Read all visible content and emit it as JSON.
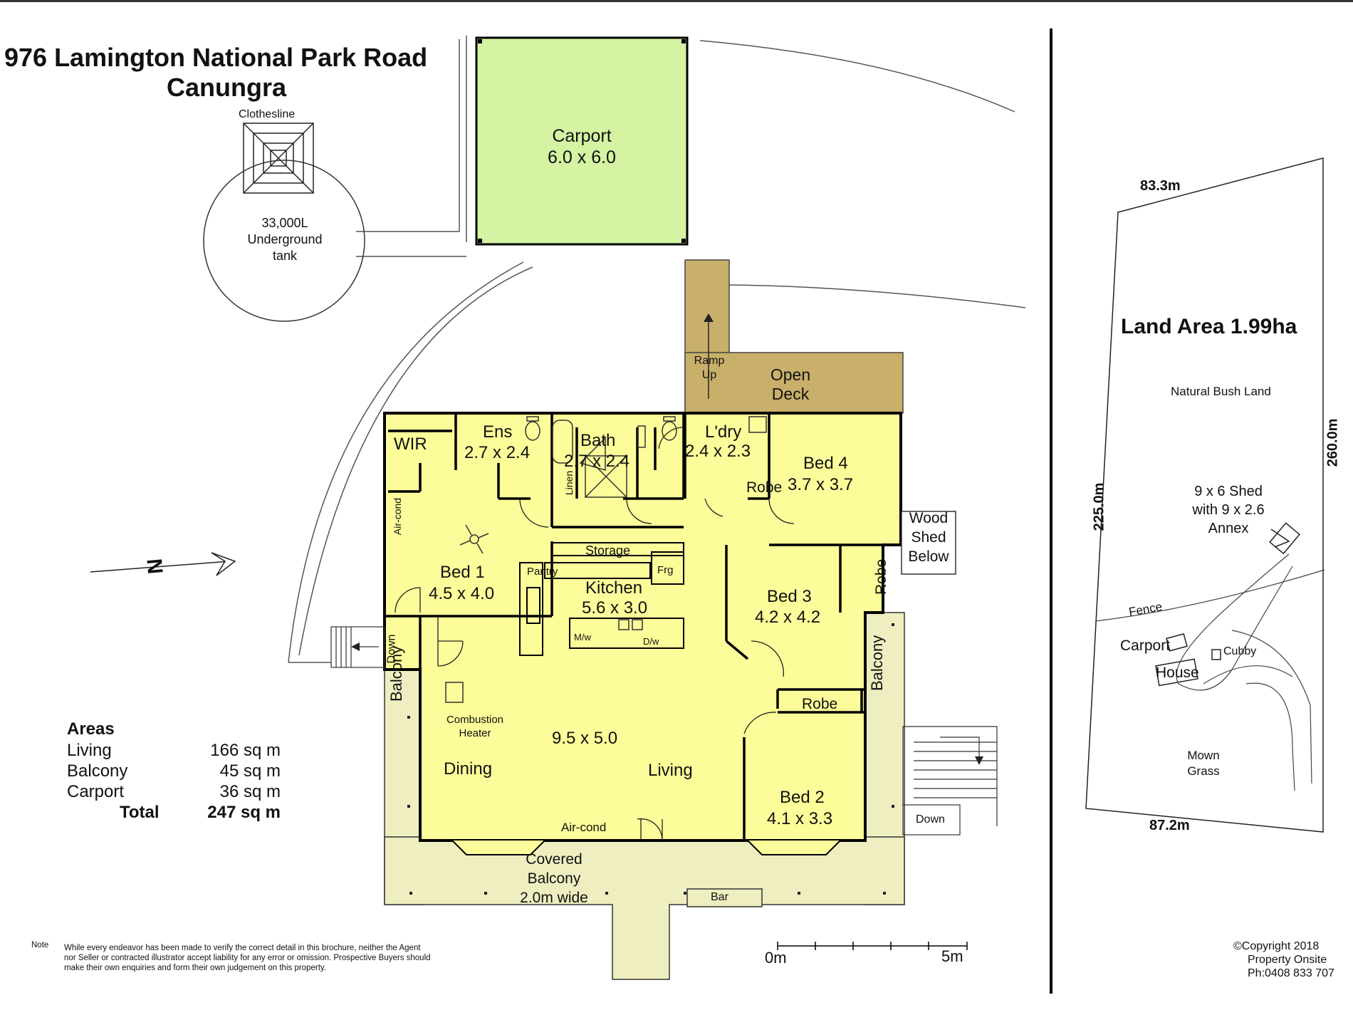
{
  "header": {
    "address_line1": "976 Lamington National Park Road",
    "address_line2": "Canungra"
  },
  "site": {
    "clothesline": "Clothesline",
    "tank": "33,000L Underground tank",
    "carport_name": "Carport",
    "carport_size": "6.0 x 6.0",
    "ramp": "Ramp Up",
    "open_deck": "Open Deck",
    "north": "N"
  },
  "rooms": {
    "wir": "WIR",
    "ens_name": "Ens",
    "ens_size": "2.7 x 2.4",
    "bath_name": "Bath",
    "bath_size": "2.7 x 2.4",
    "ldry_name": "L'dry",
    "ldry_size": "2.4 x 2.3",
    "bed4_name": "Bed 4",
    "bed4_size": "3.7 x 3.7",
    "robe": "Robe",
    "linen": "Linen",
    "aircond": "Air-cond",
    "woodshed": "Wood Shed Below",
    "storage": "Storage",
    "pantry": "Pantry",
    "frg": "Frg",
    "kitchen_name": "Kitchen",
    "kitchen_size": "5.6 x 3.0",
    "mw": "M/w",
    "dw": "D/w",
    "bed1_name": "Bed 1",
    "bed1_size": "4.5 x 4.0",
    "bed3_name": "Bed 3",
    "bed3_size": "4.2 x 4.2",
    "down": "Down",
    "balcony": "Balcony",
    "combustion": "Combustion Heater",
    "living_size": "9.5 x 5.0",
    "dining": "Dining",
    "living": "Living",
    "bed2_name": "Bed 2",
    "bed2_size": "4.1 x 3.3",
    "covered_balcony": "Covered Balcony 2.0m wide",
    "bar": "Bar"
  },
  "areas": {
    "heading": "Areas",
    "rows": [
      {
        "label": "Living",
        "value": "166 sq m"
      },
      {
        "label": "Balcony",
        "value": "45 sq m"
      },
      {
        "label": "Carport",
        "value": "36 sq m"
      },
      {
        "label": "Total",
        "value": "247 sq m"
      }
    ]
  },
  "note": {
    "label": "Note",
    "text": "While every endeavor has been made to verify the correct detail in this brochure, neither the Agent nor Seller or contracted illustrator accept liability for any error or omission. Prospective Buyers should make their own enquiries and form their own judgement on this property."
  },
  "scale": {
    "start": "0m",
    "end": "5m"
  },
  "land": {
    "title": "Land Area 1.99ha",
    "top": "83.3m",
    "bottom": "87.2m",
    "left": "225.0m",
    "right": "260.0m",
    "bush": "Natural Bush Land",
    "shed": "9 x 6 Shed with 9 x 2.6 Annex",
    "fence": "Fence",
    "carport": "Carport",
    "house": "House",
    "cubby": "Cubby",
    "grass": "Mown Grass"
  },
  "copyright": {
    "line1": "©Copyright 2018",
    "line2": "Property Onsite",
    "line3": "Ph:0408 833 707"
  }
}
